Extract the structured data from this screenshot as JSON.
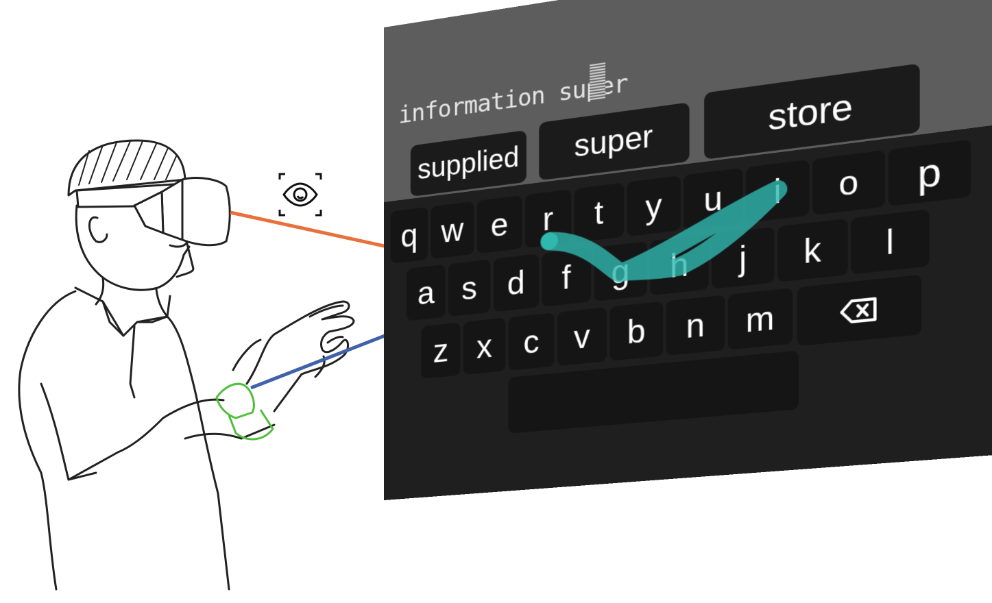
{
  "gaze_icon": "eye-icon",
  "keyboard": {
    "typed_text": "information super",
    "suggestions": [
      "supplied",
      "super",
      "store"
    ],
    "rows": [
      [
        "q",
        "w",
        "e",
        "r",
        "t",
        "y",
        "u",
        "i",
        "o",
        "p"
      ],
      [
        "a",
        "s",
        "d",
        "f",
        "g",
        "h",
        "j",
        "k",
        "l"
      ],
      [
        "z",
        "x",
        "c",
        "v",
        "b",
        "n",
        "m"
      ]
    ],
    "backspace_icon": "backspace-icon",
    "swipe_path_keys": [
      "r",
      "g",
      "i",
      "h"
    ]
  },
  "colors": {
    "gaze_ray": "#e8703a",
    "hand_ray": "#3f62a8",
    "swipe_trail": "#2fb8b0",
    "tracker": "#4fbf3a",
    "panel_top": "#5d5d5d",
    "panel_bottom": "#1f1f1f"
  }
}
